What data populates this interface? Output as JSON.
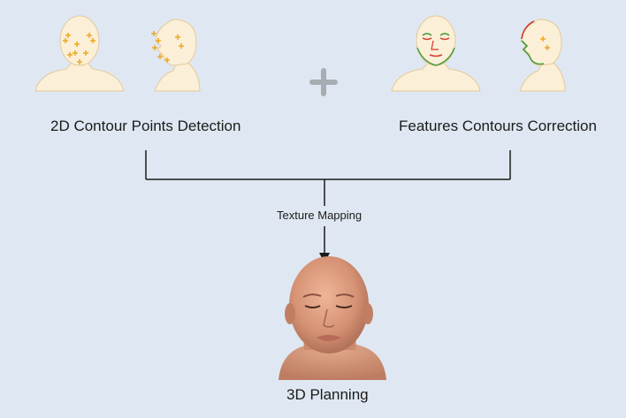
{
  "diagram": {
    "left_label": "2D Contour Points Detection",
    "right_label": "Features Contours Correction",
    "arrow_label": "Texture Mapping",
    "result_label": "3D Planning",
    "plus_symbol": "+"
  },
  "colors": {
    "background": "#dfe8f2",
    "line": "#1b1b1b",
    "plus": "#a6adb3",
    "skin_sketch": "#fbefd7",
    "sketch_outline": "#e3c99a",
    "landmark": "#f0a81c",
    "contour_red": "#d23a2a",
    "contour_green": "#4a9a3a",
    "skin_3d": "#d69274"
  },
  "icons": [
    "front-head-landmarks-icon",
    "side-head-landmarks-icon",
    "front-head-contours-icon",
    "side-head-contours-icon",
    "plus-icon",
    "3d-face-icon"
  ]
}
